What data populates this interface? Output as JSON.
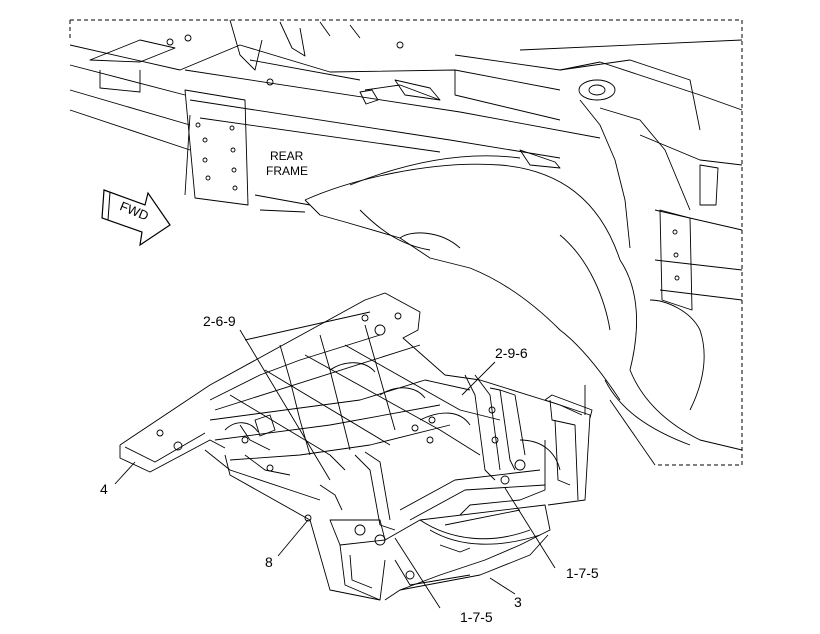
{
  "diagram": {
    "frame_label_line1": "REAR",
    "frame_label_line2": "FRAME",
    "direction_label": "FWD",
    "callouts": {
      "c269": "2-6-9",
      "c296": "2-9-6",
      "c4": "4",
      "c8": "8",
      "c175a": "1-7-5",
      "c175b": "1-7-5",
      "c3": "3"
    },
    "line_color": "#000000",
    "background_color": "#ffffff"
  }
}
